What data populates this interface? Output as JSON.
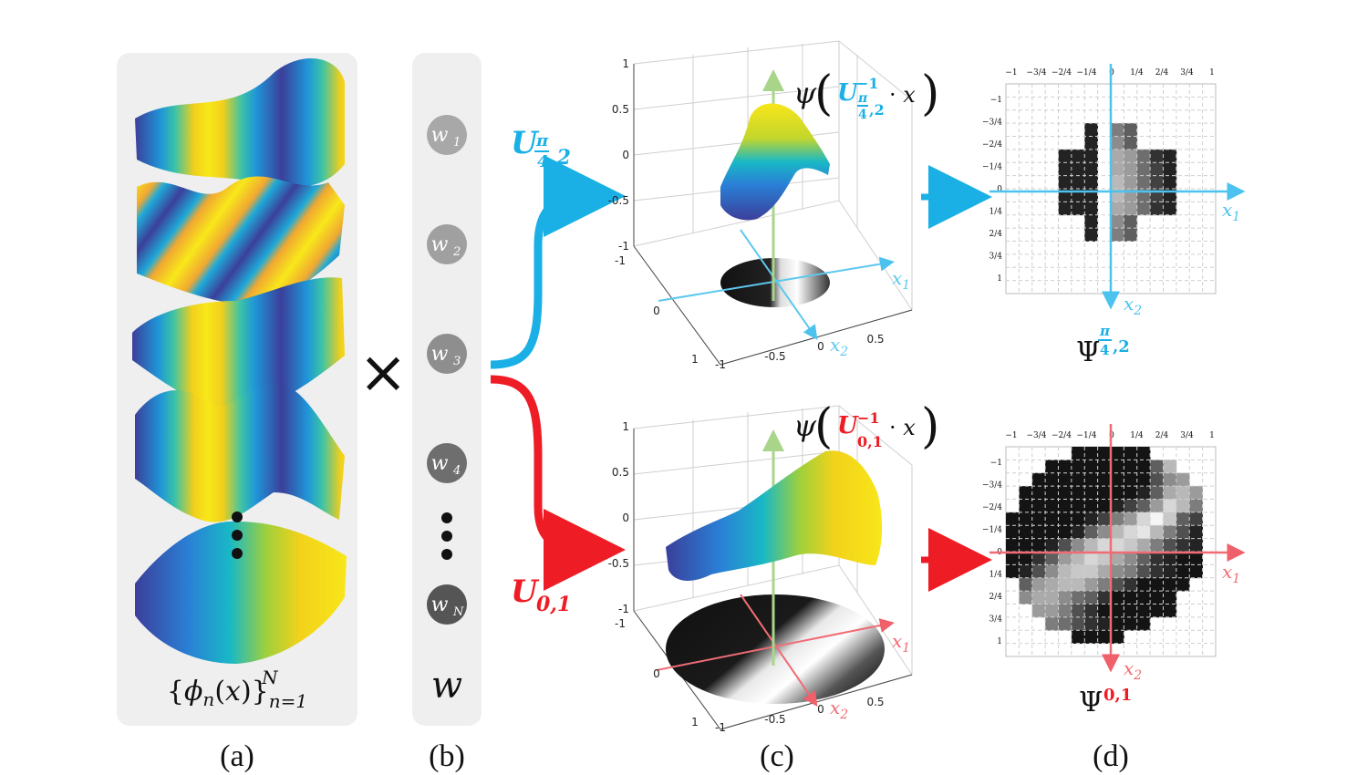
{
  "panels": {
    "a": {
      "caption": "(a)",
      "basis_set_label": "{φ_n(x)}_{n=1}^N"
    },
    "b": {
      "caption": "(b)",
      "weight_vector_label": "w",
      "weights": [
        {
          "base": "w",
          "sub": "1"
        },
        {
          "base": "w",
          "sub": "2"
        },
        {
          "base": "w",
          "sub": "3"
        },
        {
          "base": "w",
          "sub": "4"
        },
        {
          "base": "w",
          "sub": "N"
        }
      ]
    },
    "c": {
      "caption": "(c)"
    },
    "d": {
      "caption": "(d)"
    }
  },
  "operator": "×",
  "colors": {
    "blue": "#1ab0e6",
    "red": "#ee1c24",
    "panel_bg": "#efefef",
    "green_axis": "#a8d58a"
  },
  "transforms": {
    "blue": {
      "op": "U",
      "angle": "π/4",
      "scale": "2",
      "psi": "ψ",
      "inverse": "−1",
      "dot_x": "· x",
      "Psi": "Ψ"
    },
    "red": {
      "op": "U",
      "angle": "0",
      "scale": "1",
      "psi": "ψ",
      "inverse": "−1",
      "dot_x": "· x",
      "Psi": "Ψ"
    }
  },
  "axes3d": {
    "z_ticks": [
      "1",
      "0.5",
      "0",
      "-0.5",
      "-1"
    ],
    "left_ticks": [
      "-1",
      "0",
      "1"
    ],
    "bottom_ticks": [
      "-1",
      "-0.5",
      "0",
      "0.5"
    ],
    "x1": "x",
    "x1_sub": "1",
    "x2": "x",
    "x2_sub": "2"
  },
  "grid2d": {
    "top_ticks": [
      "−1",
      "−3/4",
      "−2/4",
      "−1/4",
      "0",
      "1/4",
      "2/4",
      "3/4",
      "1"
    ],
    "left_ticks": [
      "−1",
      "−3/4",
      "−2/4",
      "−1/4",
      "0",
      "1/4",
      "2/4",
      "3/4",
      "1"
    ]
  }
}
